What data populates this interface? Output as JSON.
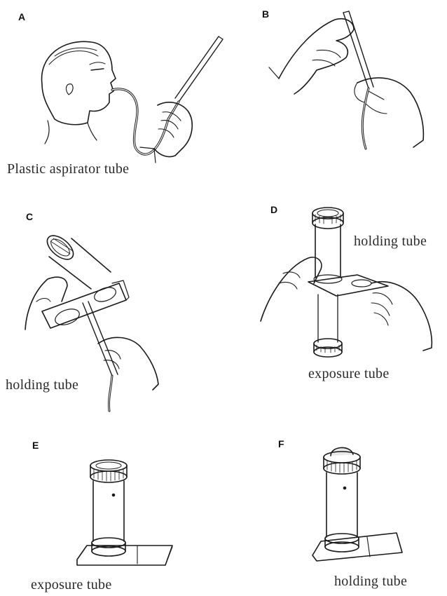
{
  "panels": {
    "a": {
      "letter": "A",
      "caption": "Plastic aspirator tube"
    },
    "b": {
      "letter": "B"
    },
    "c": {
      "letter": "C",
      "caption": "holding tube"
    },
    "d": {
      "letter": "D",
      "caption_top": "holding tube",
      "caption_bottom": "exposure tube"
    },
    "e": {
      "letter": "E",
      "caption": "exposure tube"
    },
    "f": {
      "letter": "F",
      "caption": "holding tube"
    }
  },
  "colors": {
    "ink": "#1a1a1a",
    "paper": "#ffffff"
  }
}
